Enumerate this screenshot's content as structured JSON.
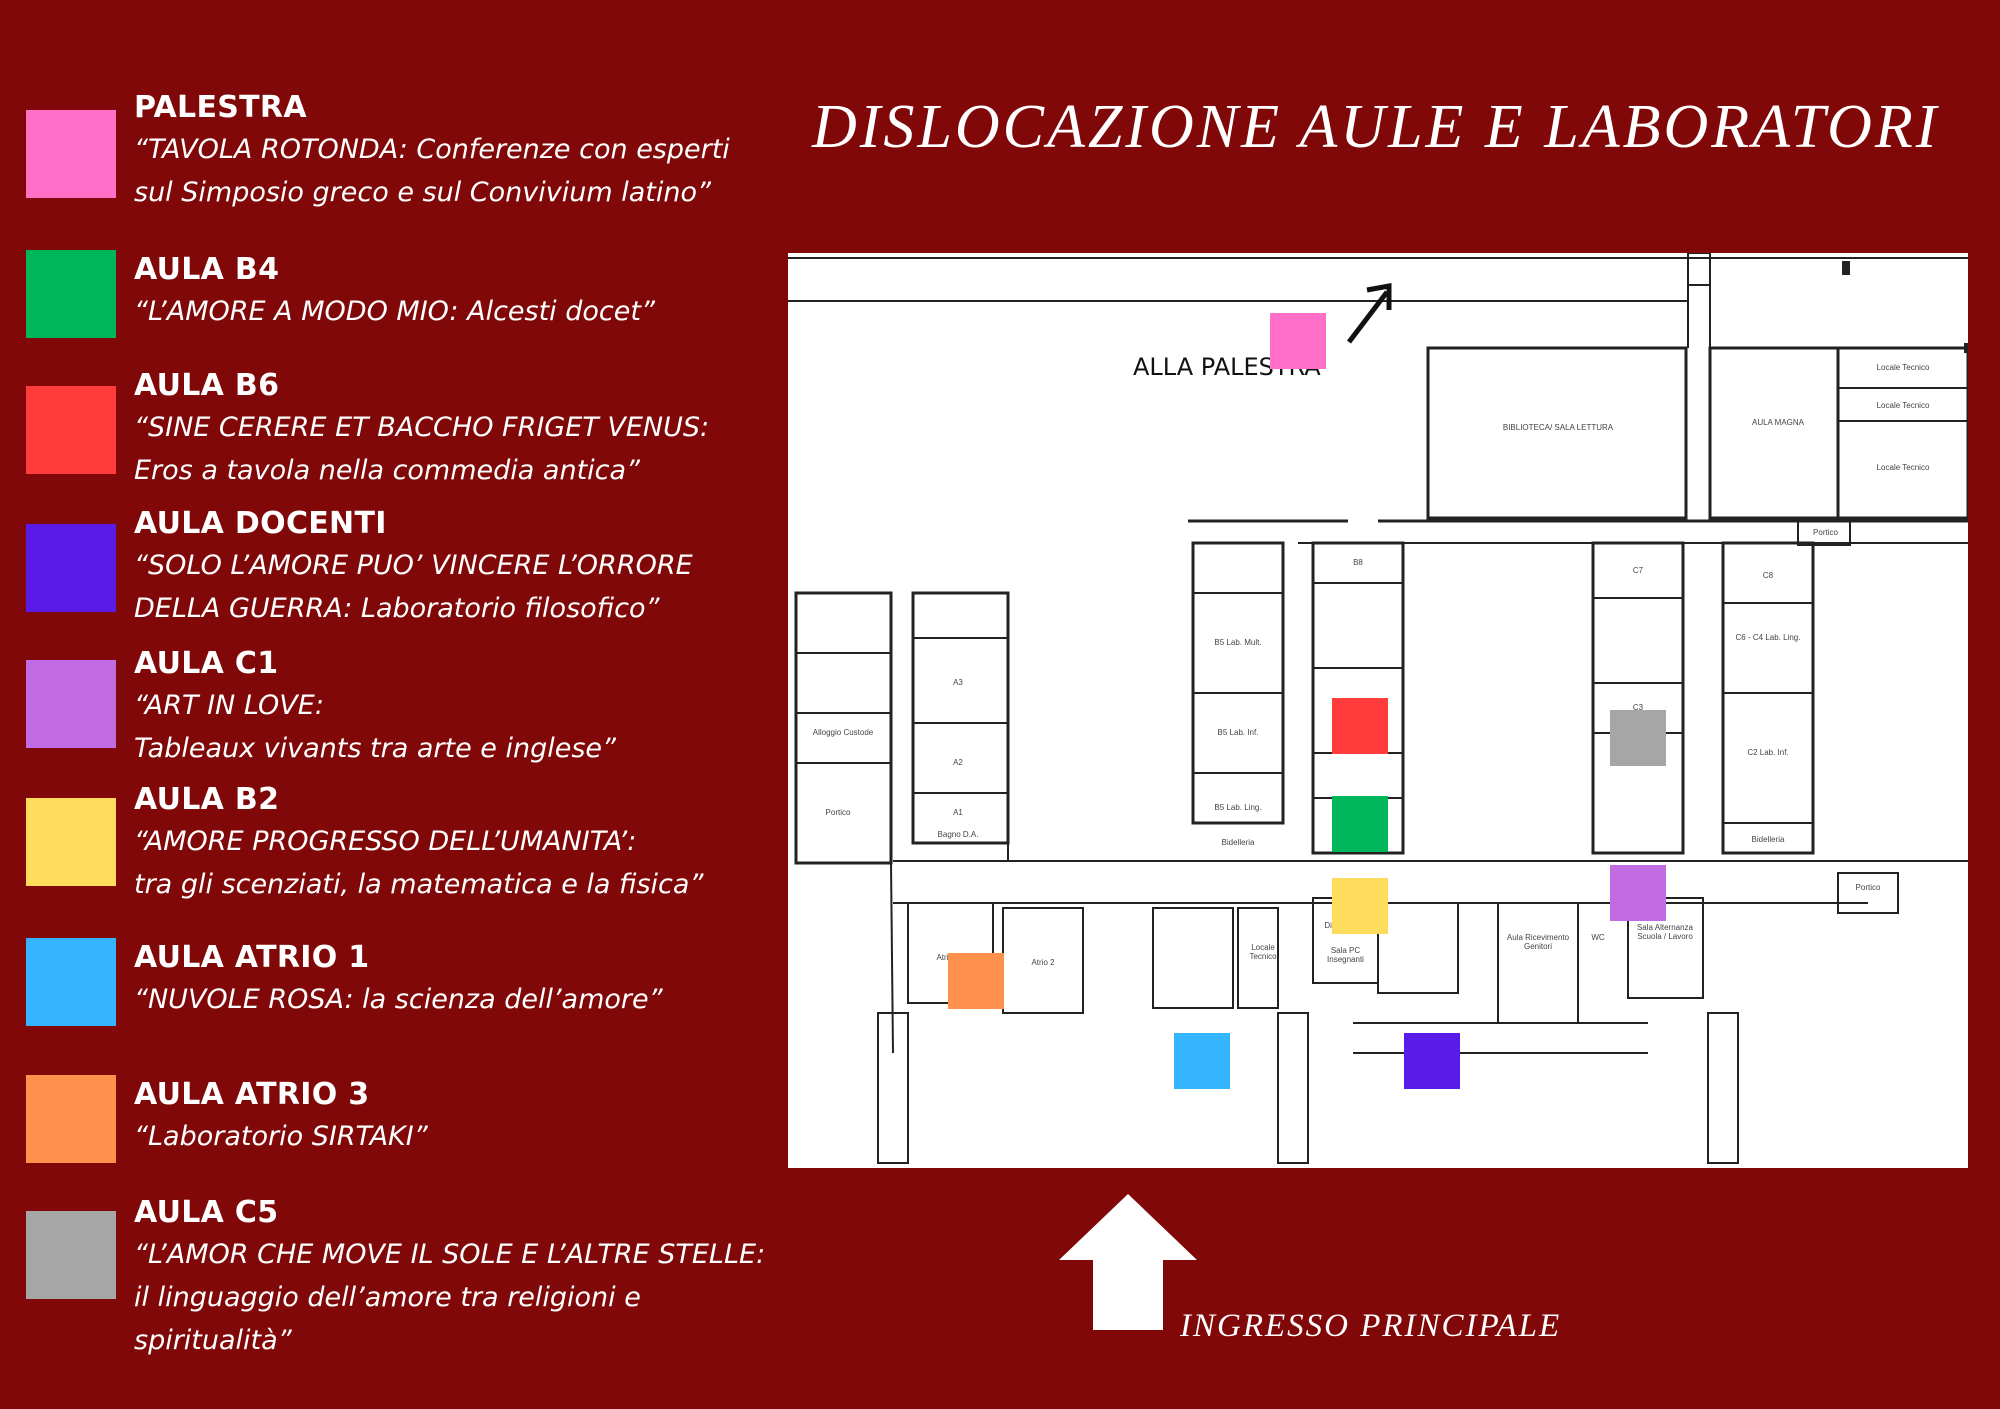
{
  "title": "DISLOCAZIONE AULE E LABORATORI",
  "legend": [
    {
      "title": "PALESTRA",
      "desc": "“TAVOLA ROTONDA: Conferenze con esperti\nsul Simposio greco e sul Convivium latino”",
      "color": "#ff6ec7"
    },
    {
      "title": "AULA B4",
      "desc": "“L’AMORE A MODO MIO: Alcesti docet”",
      "color": "#00b65a"
    },
    {
      "title": "AULA B6",
      "desc": "“SINE CERERE ET BACCHO FRIGET VENUS:\nEros a tavola nella commedia antica”",
      "color": "#ff3b3b"
    },
    {
      "title": "AULA DOCENTI",
      "desc": "“SOLO L’AMORE PUO’ VINCERE L’ORRORE\nDELLA GUERRA: Laboratorio filosofico”",
      "color": "#5a1ae8"
    },
    {
      "title": "AULA C1",
      "desc": "“ART IN LOVE:\nTableaux vivants tra arte e inglese”",
      "color": "#c26ce3"
    },
    {
      "title": "AULA B2",
      "desc": "“AMORE PROGRESSO DELL’UMANITA’:\ntra gli scenziati, la matematica e la fisica”",
      "color": "#ffdc5c"
    },
    {
      "title": "AULA ATRIO 1",
      "desc": "“NUVOLE ROSA: la scienza dell’amore”",
      "color": "#35b5ff"
    },
    {
      "title": "AULA ATRIO 3",
      "desc": "“Laboratorio SIRTAKI”",
      "color": "#ff914d"
    },
    {
      "title": "AULA C5",
      "desc": "“L’AMOR CHE MOVE IL SOLE E L’ALTRE STELLE:\nil linguaggio dell’amore tra religioni e spiritualità”",
      "color": "#a6a6a6"
    }
  ],
  "map": {
    "palestra_label": "ALLA PALESTRA",
    "rooms": {
      "biblioteca": "BIBLIOTECA/ SALA LETTURA",
      "aula_magna": "AULA MAGNA",
      "locale_tecnico_1": "Locale Tecnico",
      "locale_tecnico_2": "Locale Tecnico",
      "locale_tecnico_3": "Locale Tecnico",
      "portico_ne": "Portico",
      "b8": "B8",
      "b5": "B5 Lab. Mult.",
      "b3": "B5 Lab. Inf.",
      "b1": "B5 Lab. Ling.",
      "bidelleria_b": "Bidelleria",
      "c7": "C7",
      "c3": "C3",
      "c8": "C8",
      "c6": "C6 - C4 Lab. Ling.",
      "c2": "C2 Lab. Inf.",
      "bidelleria_c": "Bidelleria",
      "a3": "A3",
      "a2": "A2",
      "a1": "A1",
      "bagno": "Bagno D.A.",
      "alloggio": "Alloggio Custode",
      "portico_w": "Portico",
      "atrio3": "Atrio 3",
      "atrio2": "Atrio 2",
      "locale_tecnico_4": "Locale Tecnico",
      "disimpegno": "Disimpegno",
      "sala_pc": "Sala PC Insegnanti",
      "ricevimento": "Aula Ricevimento Genitori",
      "sala_alternanza": "Sala Alternanza Scuola / Lavoro",
      "portico_e": "Portico",
      "wc": "WC"
    }
  },
  "entrance_label": "INGRESSO PRINCIPALE"
}
